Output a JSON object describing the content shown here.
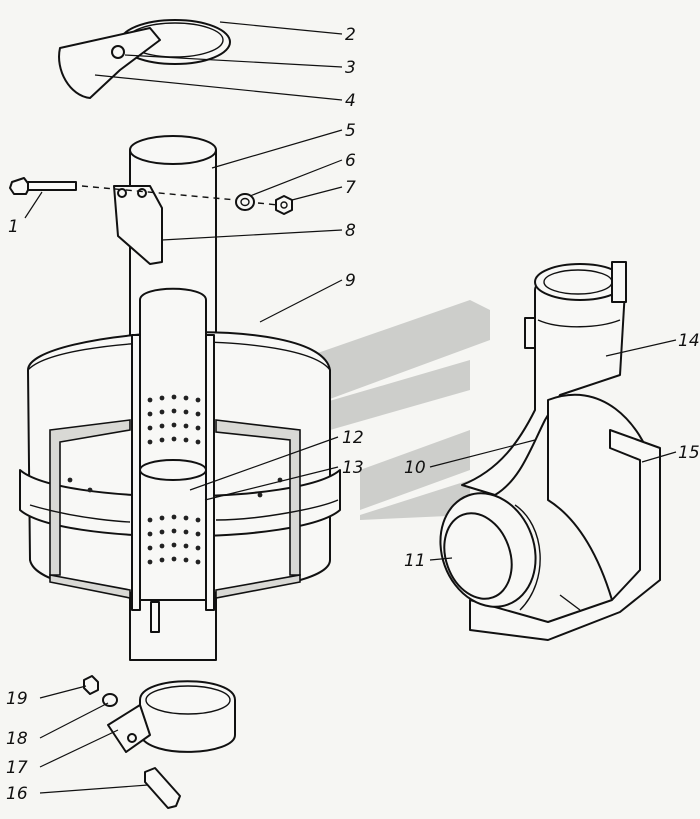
{
  "callouts": [
    {
      "id": "c2",
      "text": "2"
    },
    {
      "id": "c3",
      "text": "3"
    },
    {
      "id": "c4",
      "text": "4"
    },
    {
      "id": "c5",
      "text": "5"
    },
    {
      "id": "c6",
      "text": "6"
    },
    {
      "id": "c7",
      "text": "7"
    },
    {
      "id": "c1",
      "text": "1"
    },
    {
      "id": "c8",
      "text": "8"
    },
    {
      "id": "c9",
      "text": "9"
    },
    {
      "id": "c14",
      "text": "14"
    },
    {
      "id": "c12",
      "text": "12"
    },
    {
      "id": "c13",
      "text": "13"
    },
    {
      "id": "c10",
      "text": "10"
    },
    {
      "id": "c15",
      "text": "15"
    },
    {
      "id": "c11",
      "text": "11"
    },
    {
      "id": "c19",
      "text": "19"
    },
    {
      "id": "c18",
      "text": "18"
    },
    {
      "id": "c17",
      "text": "17"
    },
    {
      "id": "c16",
      "text": "16"
    }
  ]
}
